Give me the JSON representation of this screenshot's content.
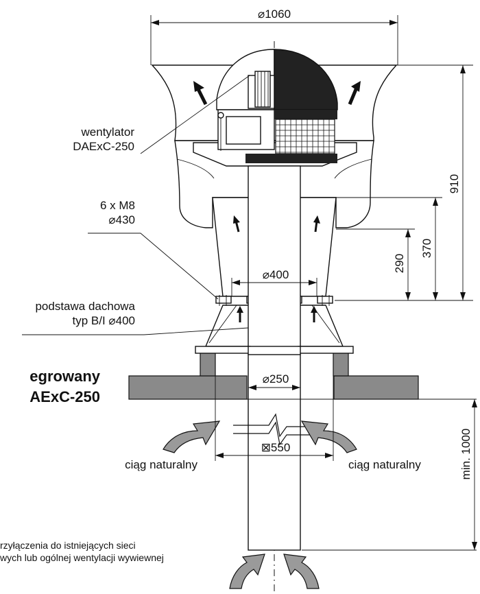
{
  "labels": {
    "fan_line1": "wentylator",
    "fan_line2": "DAExC-250",
    "bolts_line1": "6  x  M8",
    "bolts_line2": "⌀430",
    "base_line1": "podstawa dachowa",
    "base_line2": "typ  B/I  ⌀400",
    "title_line1": "egrowany",
    "title_line2": "AExC-250",
    "draft_left": "ciąg  naturalny",
    "draft_right": "ciąg  naturalny",
    "note_line1": "rzyłączenia do istniejących sieci",
    "note_line2": "wych  lub  ogólnej  wentylacji  wywiewnej"
  },
  "dimensions": {
    "top_diameter": "⌀1060",
    "total_height": "910",
    "height_370": "370",
    "height_290": "290",
    "base_diameter": "⌀400",
    "duct_diameter": "⌀250",
    "square_550": "⊠550",
    "min_height": "min. 1000"
  },
  "colors": {
    "line": "#111111",
    "fill_dark": "#222222",
    "roof_gray": "#8a8a8a",
    "arrow_gray": "#9a9a9a"
  },
  "icons": [
    "up-arrow-icon",
    "inflow-arrow-icon"
  ]
}
